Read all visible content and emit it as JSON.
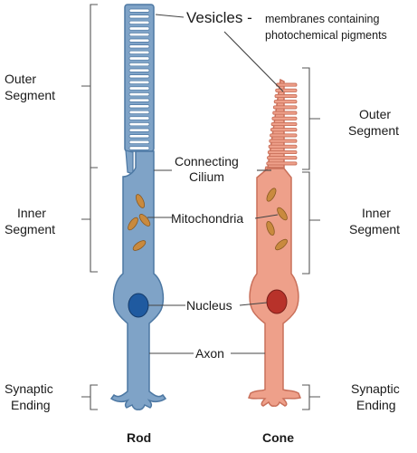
{
  "labels": {
    "vesicles_term": "Vesicles -",
    "vesicles_desc_1": "membranes containing",
    "vesicles_desc_2": "photochemical pigments",
    "outer_segment_1": "Outer",
    "outer_segment_2": "Segment",
    "inner_segment_1": "Inner",
    "inner_segment_2": "Segment",
    "connecting_cilium_1": "Connecting",
    "connecting_cilium_2": "Cilium",
    "mitochondria": "Mitochondria",
    "nucleus": "Nucleus",
    "axon": "Axon",
    "synaptic_ending_1": "Synaptic",
    "synaptic_ending_2": "Ending",
    "rod": "Rod",
    "cone": "Cone"
  },
  "colors": {
    "rod_fill": "#7fa3c7",
    "rod_stroke": "#4d78a3",
    "rod_nucleus": "#1f5aa0",
    "cone_fill": "#eea08a",
    "cone_stroke": "#c9705a",
    "cone_nucleus": "#b8322a",
    "mitochondria": "#c98a3e",
    "bracket": "#555555"
  }
}
